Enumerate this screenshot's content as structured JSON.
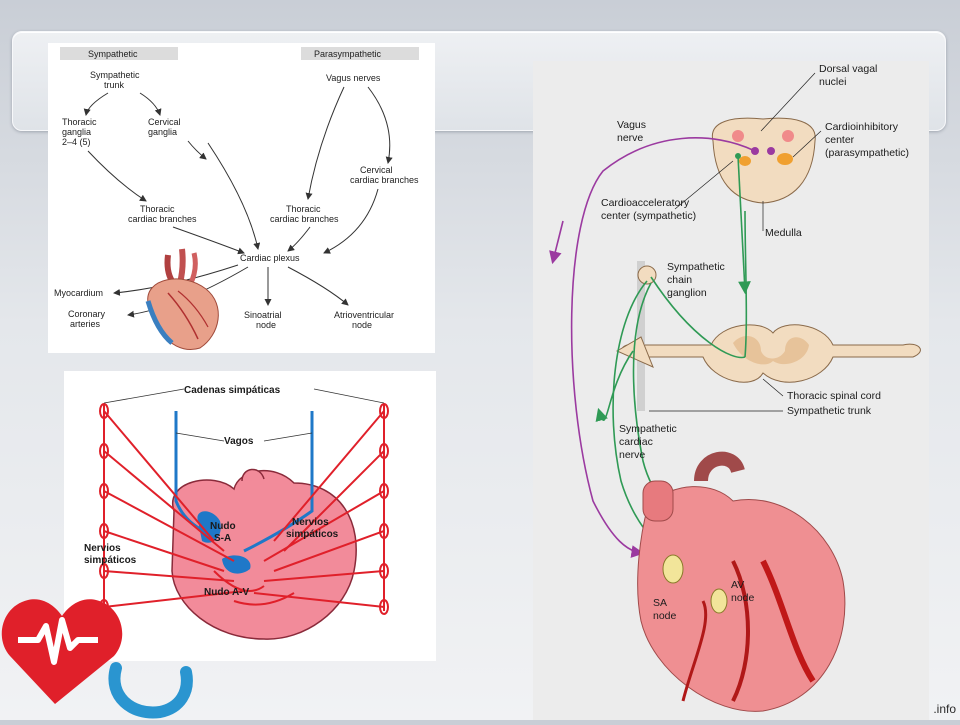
{
  "flow": {
    "header_left": "Sympathetic",
    "header_right": "Parasympathetic",
    "sympathetic_trunk_1": "Sympathetic",
    "sympathetic_trunk_2": "trunk",
    "vagus": "Vagus nerves",
    "thoracic_ganglia_1": "Thoracic",
    "thoracic_ganglia_2": "ganglia",
    "thoracic_ganglia_3": "2–4 (5)",
    "cervical_ganglia_1": "Cervical",
    "cervical_ganglia_2": "ganglia",
    "cervical_cardiac_1": "Cervical",
    "cervical_cardiac_2": "cardiac branches",
    "thoracic_branches_l1": "Thoracic",
    "thoracic_branches_l2": "cardiac branches",
    "thoracic_branches_r1": "Thoracic",
    "thoracic_branches_r2": "cardiac branches",
    "plexus": "Cardiac plexus",
    "myocardium": "Myocardium",
    "coronary_1": "Coronary",
    "coronary_2": "arteries",
    "sinoatrial_1": "Sinoatrial",
    "sinoatrial_2": "node",
    "av_1": "Atrioventricular",
    "av_2": "node"
  },
  "vagos": {
    "cadenas": "Cadenas simpáticas",
    "vagos": "Vagos",
    "nudo_sa_1": "Nudo",
    "nudo_sa_2": "S-A",
    "nudo_av": "Nudo A-V",
    "nervios_r_1": "Nervios",
    "nervios_r_2": "simpáticos",
    "nervios_l_1": "Nervios",
    "nervios_l_2": "simpáticos"
  },
  "anatomy": {
    "dorsal_1": "Dorsal vagal",
    "dorsal_2": "nuclei",
    "vagus_1": "Vagus",
    "vagus_2": "nerve",
    "cardioinhib_1": "Cardioinhibitory",
    "cardioinhib_2": "center",
    "cardioinhib_3": "(parasympathetic)",
    "cardioaccel_1": "Cardioacceleratory",
    "cardioaccel_2": "center (sympathetic)",
    "medulla": "Medulla",
    "chain_1": "Sympathetic",
    "chain_2": "chain",
    "chain_3": "ganglion",
    "thoracic_cord": "Thoracic spinal cord",
    "sym_trunk": "Sympathetic trunk",
    "cardiac_nerve_1": "Sympathetic",
    "cardiac_nerve_2": "cardiac",
    "cardiac_nerve_3": "nerve",
    "av_1": "AV",
    "av_2": "node",
    "sa_1": "SA",
    "sa_2": "node"
  },
  "watermark": ".info",
  "colors": {
    "parasympathetic": "#9b3aa0",
    "sympathetic": "#2f9a55",
    "vagus_blue": "#1f78c8",
    "sympathetic_red": "#e0202a",
    "heart_pink": "#ef8f92"
  }
}
